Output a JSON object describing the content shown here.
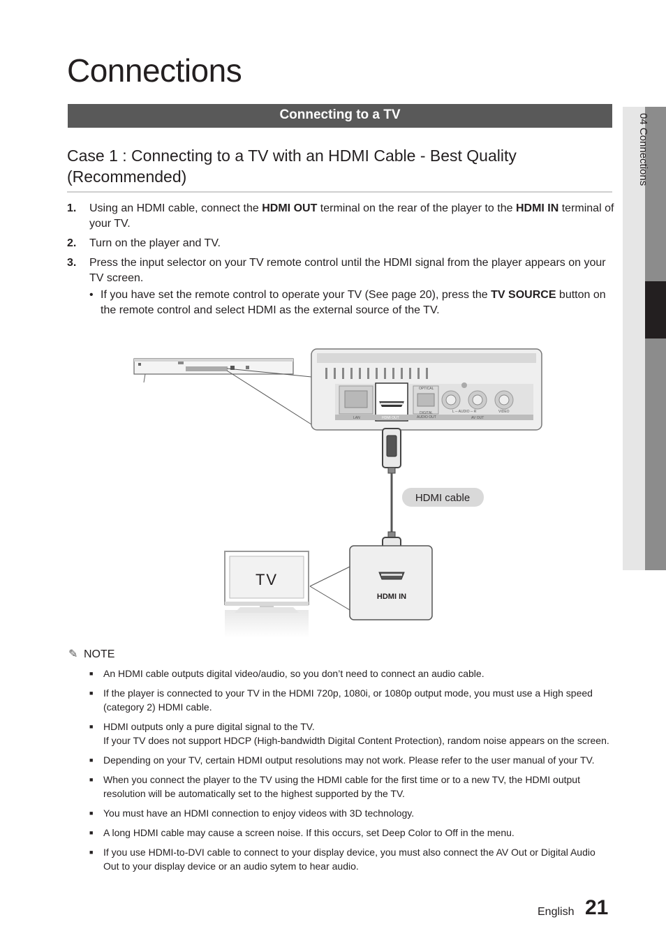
{
  "page": {
    "title": "Connections",
    "section": "Connecting to a TV",
    "case_heading": "Case 1 : Connecting to a TV with an HDMI Cable - Best Quality (Recommended)",
    "side_tab": "04  Connections"
  },
  "steps": [
    {
      "num": "1.",
      "pre": "Using an HDMI cable, connect the ",
      "b1": "HDMI OUT",
      "mid": " terminal on the rear of the player to the ",
      "b2": "HDMI IN",
      "post": " terminal of your TV."
    },
    {
      "num": "2.",
      "text": "Turn on the player and TV."
    },
    {
      "num": "3.",
      "text": "Press the input selector on your TV remote control until the HDMI signal from the player appears on your TV screen.",
      "bullet_mark": "•",
      "bullet_pre": "If you have set the remote control to operate your TV (See page 20), press the ",
      "bullet_bold": "TV SOURCE",
      "bullet_post": " button on the remote control and select HDMI as the external source of the TV."
    }
  ],
  "diagram": {
    "labels": {
      "lan": "LAN",
      "hdmi_out": "HDMI OUT",
      "optical": "OPTICAL",
      "digital_audio_out_1": "DIGITAL",
      "digital_audio_out_2": "AUDIO OUT",
      "audio": "L ─ AUDIO ─ R",
      "av_out": "AV OUT",
      "video": "VIDEO",
      "hdmi_cable": "HDMI cable",
      "tv": "TV",
      "hdmi_in": "HDMI IN"
    }
  },
  "note": {
    "icon": "pencil-icon",
    "label": "NOTE",
    "items": [
      {
        "l1": "An HDMI cable outputs digital video/audio, so you don’t need to connect an audio cable.",
        "l2": ""
      },
      {
        "l1": "If the player is connected to your TV in the HDMI 720p, 1080i, or 1080p output mode, you must use a High speed (category 2) HDMI cable.",
        "l2": ""
      },
      {
        "l1": "HDMI outputs only a pure digital signal to the TV.",
        "l2": "If your TV does not support HDCP (High-bandwidth Digital Content Protection), random noise appears on the screen."
      },
      {
        "l1": "Depending on your TV, certain HDMI output resolutions may not work. Please refer to the user manual of your TV.",
        "l2": ""
      },
      {
        "l1": "When you connect the player to the TV using the HDMI cable for the first time or to a new TV, the HDMI output resolution will be automatically set to the highest supported by the TV.",
        "l2": ""
      },
      {
        "l1": "You must have an HDMI connection to enjoy videos with 3D technology.",
        "l2": ""
      },
      {
        "l1": "A long HDMI cable may cause a screen noise. If this occurs, set Deep Color to Off in the menu.",
        "l2": ""
      },
      {
        "l1": "If you use HDMI-to-DVI cable to connect to your display device, you must also connect the AV Out or Digital Audio Out to your display device or an audio sytem to hear audio.",
        "l2": ""
      }
    ],
    "bullet_mark": "■"
  },
  "footer": {
    "language": "English",
    "page_number": "21"
  },
  "colors": {
    "section_bar": "#595959",
    "side_tab": "#e6e6e6",
    "side_stripe": "#8c8c8c",
    "side_active": "#231f20",
    "text": "#231f20"
  }
}
